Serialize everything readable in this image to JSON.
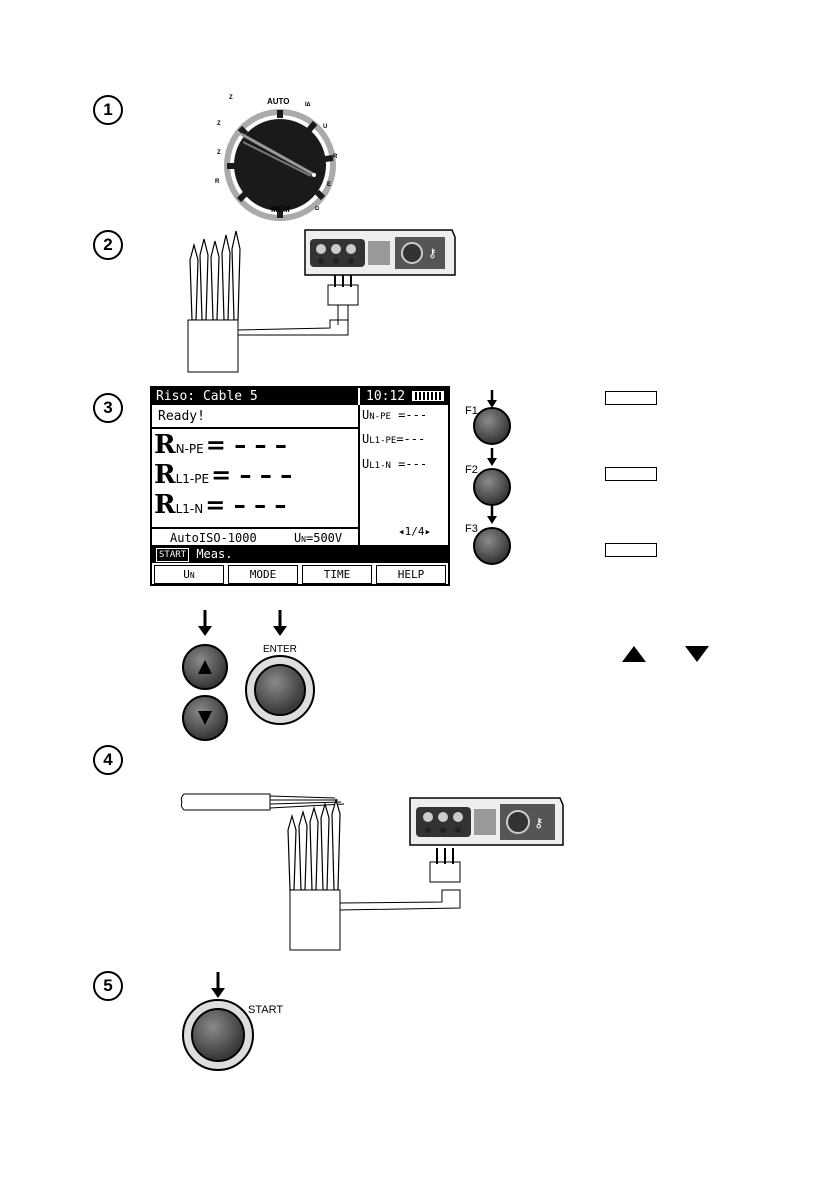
{
  "steps": [
    "1",
    "2",
    "3",
    "4",
    "5"
  ],
  "dial": {
    "auto": "AUTO",
    "mem": "MEM"
  },
  "lcd": {
    "title": "Riso: Cable 5",
    "time": "10:12",
    "status": "Ready!",
    "r_rows": [
      {
        "main": "R",
        "sub": "N-PE",
        "value": "= – – –"
      },
      {
        "main": "R",
        "sub": "L1-PE",
        "value": "= – – –"
      },
      {
        "main": "R",
        "sub": "L1-N",
        "value": "= – – –"
      }
    ],
    "u_rows": [
      {
        "main": "U",
        "sub": "N-PE",
        "value": " =---"
      },
      {
        "main": "U",
        "sub": "L1-PE",
        "value": "=---"
      },
      {
        "main": "U",
        "sub": "L1-N",
        "value": " =---"
      }
    ],
    "mode_text": "AutoISO-1000",
    "un_text": "U",
    "un_sub": "N",
    "un_value": "=500V",
    "pager": "◂1/4▸",
    "start_badge": "START",
    "start_text": "Meas.",
    "fkeys": [
      {
        "main": "U",
        "sub": "N"
      },
      {
        "main": "MODE",
        "sub": ""
      },
      {
        "main": "TIME",
        "sub": ""
      },
      {
        "main": "HELP",
        "sub": ""
      }
    ]
  },
  "side_buttons": {
    "f1": "F1",
    "f2": "F2",
    "f3": "F3"
  },
  "nav": {
    "enter": "ENTER",
    "start": "START"
  }
}
